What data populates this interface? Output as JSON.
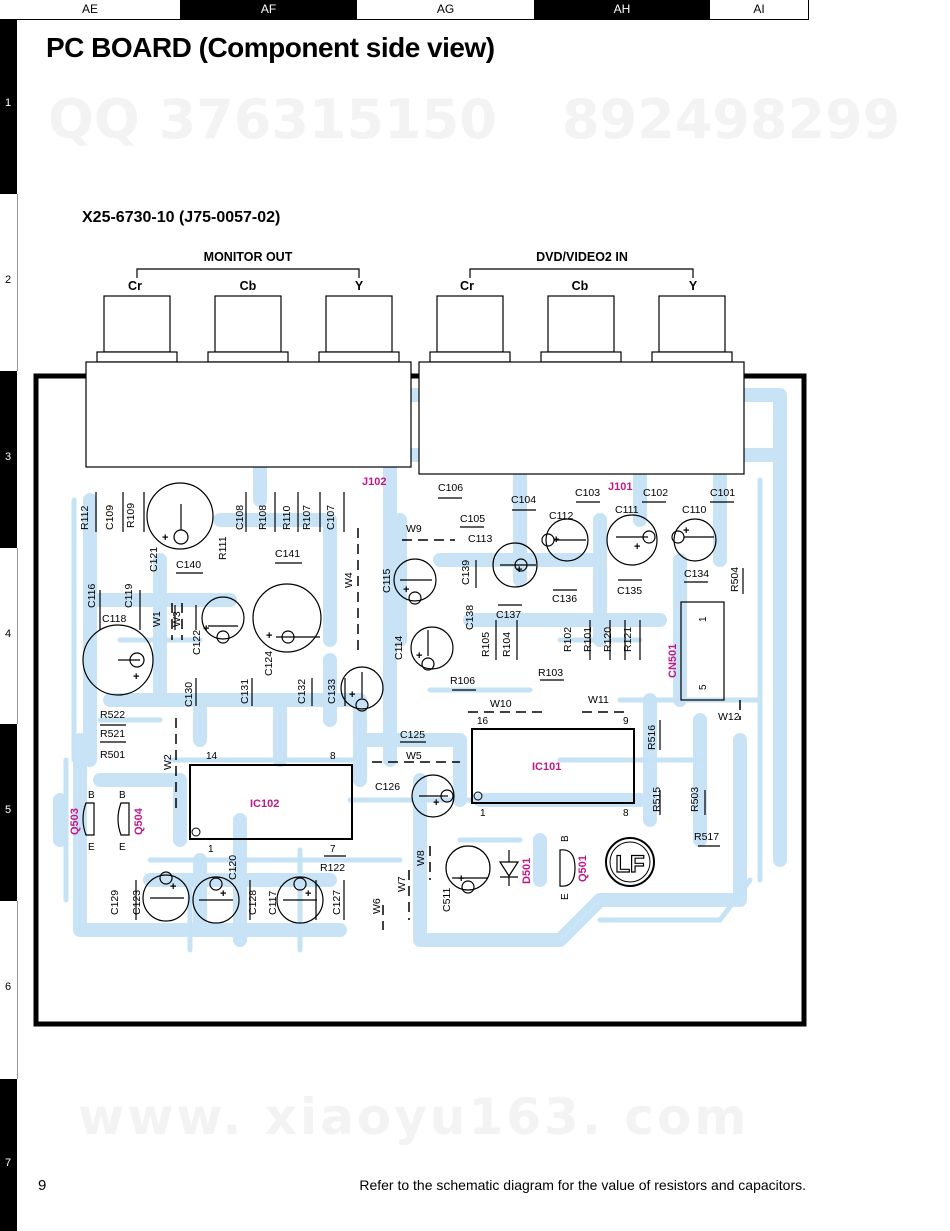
{
  "columns": [
    "AE",
    "AF",
    "AG",
    "AH",
    "AI"
  ],
  "rows": [
    "1",
    "2",
    "3",
    "4",
    "5",
    "6",
    "7"
  ],
  "title": "PC BOARD (Component side view)",
  "board_id": "X25-6730-10 (J75-0057-02)",
  "watermarks": {
    "qq": "QQ 376315150",
    "num": "892498299",
    "site": "www. xiaoyu163. com"
  },
  "connectors": {
    "monitor_out": {
      "label": "MONITOR OUT",
      "jacks": [
        "Cr",
        "Cb",
        "Y"
      ],
      "ref": "J102"
    },
    "dvd_in": {
      "label": "DVD/VIDEO2 IN",
      "jacks": [
        "Cr",
        "Cb",
        "Y"
      ],
      "ref": "J101"
    }
  },
  "ics": [
    {
      "ref": "IC102",
      "pin_tl": "14",
      "pin_tr": "8",
      "pin_bl": "1",
      "pin_br": "7"
    },
    {
      "ref": "IC101",
      "pin_tl": "16",
      "pin_tr": "9",
      "pin_bl": "1",
      "pin_br": "8"
    }
  ],
  "cn501": {
    "ref": "CN501",
    "pin_top": "1",
    "pin_bottom": "5"
  },
  "transistors": [
    {
      "ref": "Q503",
      "b": "B",
      "e": "E"
    },
    {
      "ref": "Q504",
      "b": "B",
      "e": "E"
    },
    {
      "ref": "Q501",
      "b": "B",
      "e": "E"
    }
  ],
  "diode": "D501",
  "lf_mark": "LF",
  "labels": {
    "R112": "R112",
    "C109": "C109",
    "R109": "R109",
    "C121": "C121",
    "R111": "R111",
    "C108": "C108",
    "R108": "R108",
    "R110": "R110",
    "R107": "R107",
    "C107": "C107",
    "C140": "C140",
    "C141": "C141",
    "C116": "C116",
    "C119": "C119",
    "C118": "C118",
    "W1": "W1",
    "W3": "W3",
    "C122": "C122",
    "C124": "C124",
    "W4": "W4",
    "C130": "C130",
    "C131": "C131",
    "C132": "C132",
    "C133": "C133",
    "R522": "R522",
    "R521": "R521",
    "R501": "R501",
    "W2": "W2",
    "R122": "R122",
    "C129": "C129",
    "C123": "C123",
    "C120": "C120",
    "C128": "C128",
    "C117": "C117",
    "C127": "C127",
    "W6": "W6",
    "W7": "W7",
    "W8": "W8",
    "C106": "C106",
    "W9": "W9",
    "C105": "C105",
    "C113": "C113",
    "C115": "C115",
    "C139": "C139",
    "C138": "C138",
    "C114": "C114",
    "R105": "R105",
    "R104": "R104",
    "R106": "R106",
    "C104": "C104",
    "C112": "C112",
    "C103": "C103",
    "C102": "C102",
    "C101": "C101",
    "C111": "C111",
    "C110": "C110",
    "C137": "C137",
    "C136": "C136",
    "C135": "C135",
    "C134": "C134",
    "R504": "R504",
    "R102": "R102",
    "R101": "R101",
    "R120": "R120",
    "R121": "R121",
    "R103": "R103",
    "W10": "W10",
    "W11": "W11",
    "W12": "W12",
    "R516": "R516",
    "C125": "C125",
    "W5": "W5",
    "C126": "C126",
    "R515": "R515",
    "R503": "R503",
    "R517": "R517",
    "C511": "C511"
  },
  "footer": {
    "page_number": "9",
    "note": "Refer to the schematic diagram for the value of resistors and capacitors."
  }
}
